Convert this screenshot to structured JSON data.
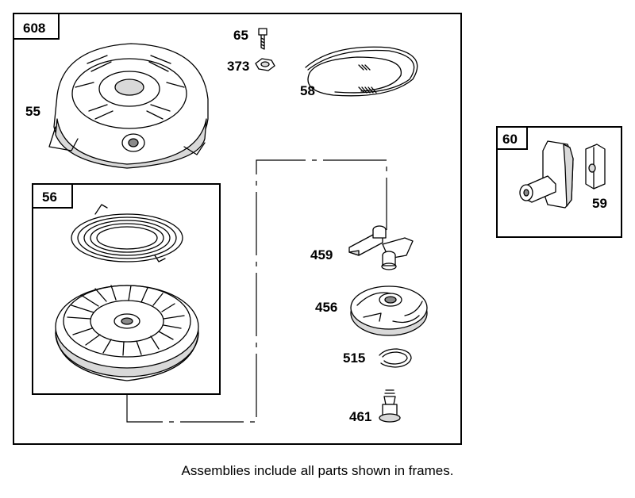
{
  "frames": {
    "main": "608",
    "starter": "56",
    "side": "60"
  },
  "parts": {
    "p55": "55",
    "p65": "65",
    "p373": "373",
    "p58": "58",
    "p459": "459",
    "p456": "456",
    "p515": "515",
    "p461": "461",
    "p59": "59"
  },
  "caption": "Assemblies include all parts shown in frames."
}
